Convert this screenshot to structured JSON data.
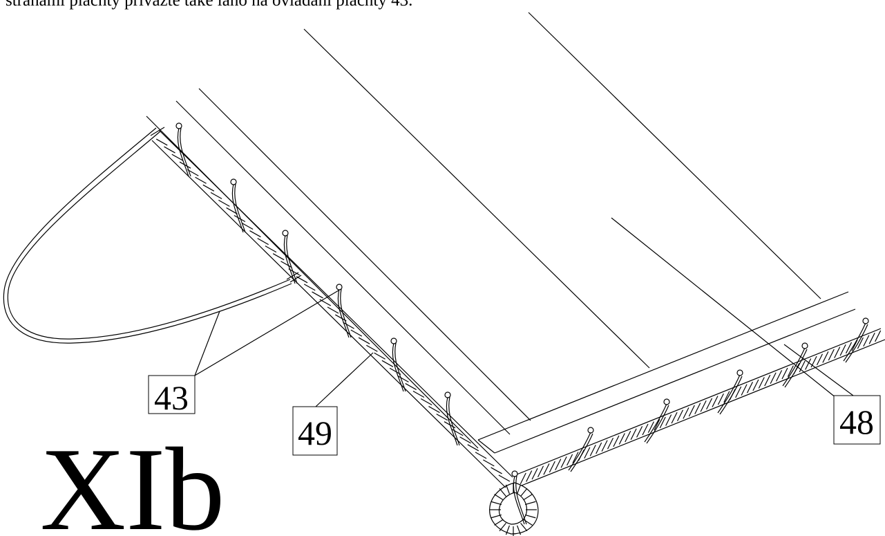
{
  "caption": "stranami plachty přivažte také lano na ovládání plachty 43.",
  "figure_label": "XIb",
  "callouts": [
    {
      "id": "43",
      "label": "43"
    },
    {
      "id": "49",
      "label": "49"
    },
    {
      "id": "48",
      "label": "48"
    }
  ],
  "colors": {
    "ink": "#000000",
    "background": "#ffffff"
  }
}
